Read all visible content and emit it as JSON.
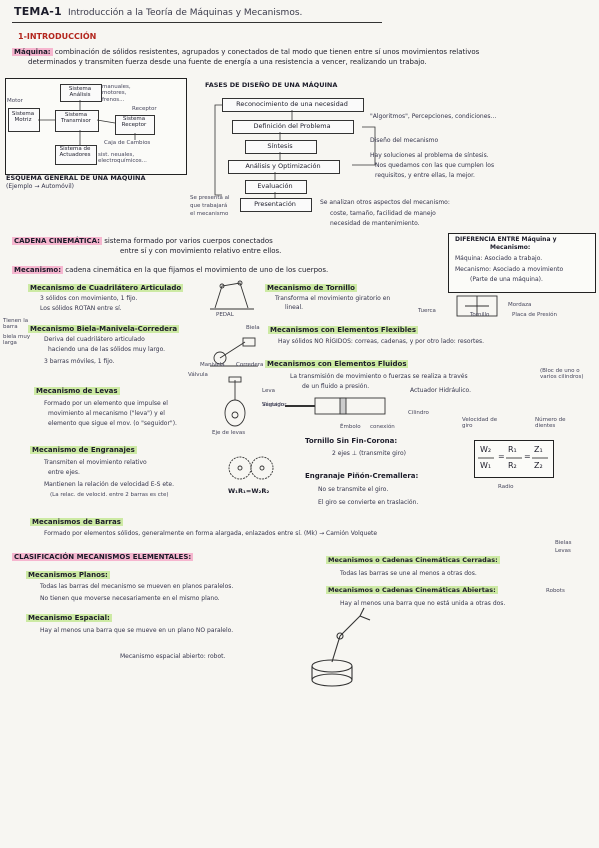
{
  "header": {
    "title": "TEMA-1",
    "subtitle": "Introducción a la Teoría de Máquinas y Mecanismos."
  },
  "sec1": {
    "heading": "1-INTRODUCCIÓN",
    "maquina_label": "Máquina:",
    "maquina_def_1": "combinación de sólidos resistentes, agrupados y conectados de tal modo que tienen entre sí unos movimientos relativos",
    "maquina_def_2": "determinados y transmiten fuerza desde una fuente de energía a una resistencia a vencer, realizando un trabajo."
  },
  "block_diagram": {
    "motor": "Motor",
    "sistema_motriz": "Sistema Motriz",
    "sistema_analisis": "Sistema Análisis",
    "sistema_analisis_note": "manuales, motores, frenos...",
    "sistema_transmision": "Sistema Transmisor",
    "sistema_receptor": "Sistema Receptor",
    "receptor_label": "Receptor",
    "sistema_actuador": "Sistema de Actuadores",
    "actuador_note": "sist. neuales, electroquímicos...",
    "caja_cambios": "Caja de Cambios",
    "caption_1": "ESQUEMA GENERAL DE UNA MÁQUINA",
    "caption_2": "(Ejemplo → Automóvil)"
  },
  "fases": {
    "heading": "FASES DE DISEÑO DE UNA MÁQUINA",
    "steps": [
      "Reconocimiento de una necesidad",
      "Definición del Problema",
      "Síntesis",
      "Análisis y Optimización",
      "Evaluación",
      "Presentación"
    ],
    "note_algoritmos": "\"Algoritmos\", Percepciones, condiciones...",
    "note_diseno": "Diseño del mecanismo",
    "note_soluciones_1": "Hay soluciones al problema de síntesis.",
    "note_soluciones_2": "Nos quedamos con las que cumplen los",
    "note_soluciones_3": "requisitos, y entre ellas, la mejor.",
    "note_left_1": "Se presenta al",
    "note_left_2": "que trabajará",
    "note_left_3": "el mecanismo",
    "note_aspectos": "Se analizan otros aspectos del mecanismo:",
    "aspect_1": "coste, tamaño, facilidad de manejo",
    "aspect_2": "necesidad de mantenimiento."
  },
  "cadena": {
    "label": "CADENA CINEMÁTICA:",
    "def_1": "sistema formado por varios cuerpos conectados",
    "def_2": "entre sí y con movimiento relativo entre ellos."
  },
  "diferencia_box": {
    "title_1": "DIFERENCIA ENTRE Máquina y",
    "title_2": "Mecanismo:",
    "line_1": "Máquina: Asociado a trabajo.",
    "line_2": "Mecanismo: Asociado a movimiento",
    "line_3": "(Parte de una máquina)."
  },
  "mecanismo": {
    "label": "Mecanismo:",
    "def": "cadena cinemática en la que fijamos el movimiento de uno de los cuerpos."
  },
  "cuadrilatero": {
    "title": "Mecanismo de Cuadrilátero Articulado",
    "b1": "3 sólidos con movimiento, 1 fijo.",
    "b2": "Los sólidos ROTAN entre sí.",
    "fig_label": "PEDAL"
  },
  "biela": {
    "title": "Mecanismo Biela-Manivela-Corredera",
    "b1": "Deriva del cuadrilátero articulado",
    "b2": "haciendo una de las sólidos muy largo.",
    "b3": "3 barras móviles, 1 fijo.",
    "side_note_1": "Tienen la barra",
    "side_note_2": "biela muy larga",
    "fig_label": "Biela",
    "manivela": "Manivela",
    "corredera": "Corredera"
  },
  "tornillo": {
    "title": "Mecanismo de Tornillo",
    "b1": "Transforma el movimiento giratorio en",
    "b2": "lineal.",
    "fig_tuerca": "Tuerca",
    "fig_tornillo": "Tornillo",
    "fig_mordaza": "Mordaza",
    "fig_placa": "Placa de Presión"
  },
  "flexibles": {
    "title": "Mecanismos con Elementos Flexibles",
    "b1": "Hay sólidos NO RÍGIDOS: correas, cadenas, y por otro lado: resortes."
  },
  "fluidos": {
    "title": "Mecanismos con Elementos Fluidos",
    "b1": "La transmisión de movimiento o fuerzas se realiza a través",
    "b2": "de un fluido a presión.",
    "actuador": "Actuador Hidráulico.",
    "side": "(Bloc de uno o varios cilindros)",
    "vastago": "Vástago",
    "cilindro": "Cilindro",
    "embolo": "Émbolo",
    "conexion": "conexión"
  },
  "levas": {
    "title": "Mecanismo de Levas",
    "b1": "Formado por un elemento que impulse el",
    "b2": "movimiento al mecanismo (\"leva\") y el",
    "b3": "elemento que sigue el mov. (o \"seguidor\").",
    "fig_valvula": "Válvula",
    "fig_leva": "Leva",
    "fig_seguidor": "Seguidor",
    "fig_eje": "Eje de levas"
  },
  "engranajes": {
    "title": "Mecanismo de Engranajes",
    "b1": "Transmiten el movimiento relativo",
    "b2": "entre ejes.",
    "b3": "Mantienen la relación de velocidad E-S ete.",
    "b4": "(La relac. de velocid. entre 2 barras es cte)",
    "formula": "W₁R₁=W₂R₂"
  },
  "sinfin": {
    "title": "Tornillo Sin Fin-Corona:",
    "b1": "2 ejes ⊥ (transmite giro)",
    "vel_label": "Velocidad de giro",
    "dientes_label": "Número de dientes",
    "f_w2": "W₂",
    "f_w1": "W₁",
    "f_r1": "R₁",
    "f_r2": "R₂",
    "f_z1": "Z₁",
    "f_z2": "Z₂",
    "f_eq": "=",
    "radio_label": "Radio"
  },
  "pinon": {
    "title": "Engranaje Piñón-Cremallera:",
    "b1": "No se transmite el giro.",
    "b2": "El giro se convierte en traslación."
  },
  "barras": {
    "title": "Mecanismos de Barras",
    "def": "Formado por elementos sólidos, generalmente en forma alargada, enlazados entre sí. (Mk) → Camión Volquete"
  },
  "clasificacion": {
    "heading": "CLASIFICACIÓN MECANISMOS ELEMENTALES:",
    "planos_title": "Mecanismos Planos:",
    "planos_b1": "Todas las barras del mecanismo se mueven en planos paralelos.",
    "planos_b2": "No tienen que moverse necesariamente en el mismo plano.",
    "espacial_title": "Mecanismo Espacial:",
    "espacial_b1": "Hay al menos una barra que se mueve en un plano NO paralelo.",
    "espacial_example": "Mecanismo espacial abierto: robot.",
    "cerradas_title": "Mecanismos o Cadenas Cinemáticas Cerradas:",
    "cerradas_side_1": "Bielas",
    "cerradas_side_2": "Levas",
    "cerradas_b1": "Todas las barras se une al menos a otras dos.",
    "abiertas_title": "Mecanismos o Cadenas Cinemáticas Abiertas:",
    "abiertas_side": "Robots",
    "abiertas_b1": "Hay al menos una barra que no está unida a otras dos."
  },
  "colors": {
    "ink": "#1c1c2a",
    "red": "#b3261e",
    "pink": "#f6b6cf",
    "green": "#cdeaa4",
    "yellow": "#f3ef9c"
  }
}
